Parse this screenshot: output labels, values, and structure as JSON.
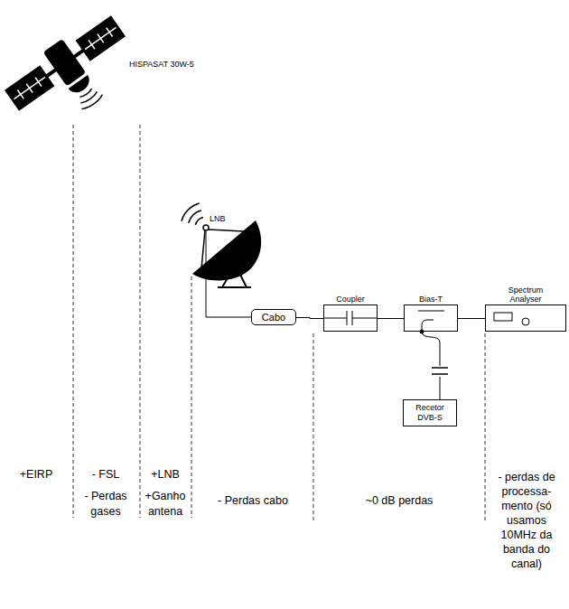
{
  "diagram": {
    "nodes": [
      {
        "text": [
          "Cabo"
        ]
      },
      {
        "text": [
          "Coupler"
        ]
      },
      {
        "text": [
          "Bias-T"
        ]
      },
      {
        "text": [
          "Spectrum Analyser"
        ]
      },
      {
        "text": [
          "Recetor DVB-S"
        ]
      }
    ],
    "edges": [
      {
        "from": 0,
        "to": 1,
        "arrow": "none"
      },
      {
        "from": 1,
        "to": 2,
        "arrow": "none"
      },
      {
        "from": 2,
        "to": 3,
        "arrow": "none"
      },
      {
        "from": 2,
        "to": 4,
        "arrow": "none"
      }
    ],
    "labels": [
      "HISPASAT 30W-5",
      "LNB",
      "+EIRP",
      "- FSL",
      "- Perdas gases",
      "+LNB",
      "+Ganho antena",
      "- Perdas cabo",
      "~0 dB perdas",
      "- perdas de processa-mento (só usamos 10MHz da banda do canal)"
    ]
  }
}
